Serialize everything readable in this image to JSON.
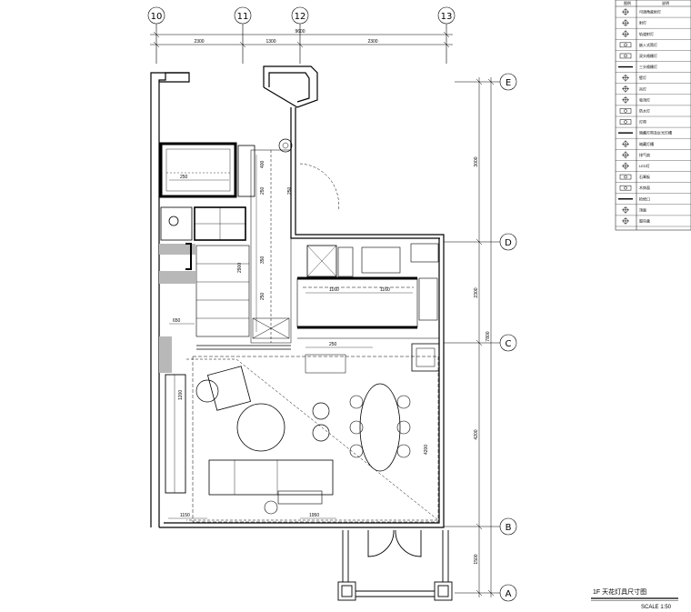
{
  "title": "1F 天花灯具尺寸图",
  "scale_label": "SCALE 1:50",
  "column_grid": [
    {
      "label": "10"
    },
    {
      "label": "11"
    },
    {
      "label": "12"
    },
    {
      "label": "13"
    }
  ],
  "row_grid": [
    {
      "label": "E"
    },
    {
      "label": "D"
    },
    {
      "label": "C"
    },
    {
      "label": "B"
    },
    {
      "label": "A"
    }
  ],
  "top_dimensions": {
    "total": "9600",
    "segments": [
      "2300",
      "1300",
      "2300"
    ]
  },
  "right_dimensions": {
    "total": "7800",
    "segments": [
      "3000",
      "2300",
      "4200",
      "1500"
    ]
  },
  "plan_dimensions": [
    "250",
    "400",
    "250",
    "350",
    "250",
    "1160",
    "1160",
    "250",
    "650",
    "250",
    "4200",
    "2900",
    "1150",
    "1950",
    "1200"
  ],
  "legend": {
    "header": [
      "图例",
      "说明"
    ],
    "rows": [
      {
        "icon": "downlight-adjustable-icon",
        "label": "可调角度射灯"
      },
      {
        "icon": "spotlight-icon",
        "label": "射灯"
      },
      {
        "icon": "track-spot-icon",
        "label": "轨道射灯"
      },
      {
        "icon": "recessed-light-icon",
        "label": "嵌入式筒灯"
      },
      {
        "icon": "double-head-light-icon",
        "label": "双头格栅灯"
      },
      {
        "icon": "triple-head-light-icon",
        "label": "三头格栅灯"
      },
      {
        "icon": "wall-lamp-icon",
        "label": "壁灯"
      },
      {
        "icon": "pendant-icon",
        "label": "吊灯"
      },
      {
        "icon": "ceiling-lamp-icon",
        "label": "吸顶灯"
      },
      {
        "icon": "waterproof-lamp-icon",
        "label": "防水灯"
      },
      {
        "icon": "linear-light-icon",
        "label": "灯带"
      },
      {
        "icon": "hidden-strip-icon",
        "label": "暗藏灯带及反光灯槽"
      },
      {
        "icon": "hidden-light-trough-icon",
        "label": "暗藏灯槽"
      },
      {
        "icon": "exhaust-fan-icon",
        "label": "排气扇"
      },
      {
        "icon": "led-row-icon",
        "label": "LED灯"
      },
      {
        "icon": "gypsum-board-icon",
        "label": "石膏板"
      },
      {
        "icon": "wood-ceiling-icon",
        "label": "木饰面"
      },
      {
        "icon": "access-panel-icon",
        "label": "检修口"
      },
      {
        "icon": "ceiling-edge-icon",
        "label": "顶面"
      },
      {
        "icon": "curtain-box-icon",
        "label": "窗帘盒"
      }
    ]
  },
  "colors": {
    "line": "#000000",
    "background": "#ffffff",
    "gray": "#9a9a9a"
  }
}
